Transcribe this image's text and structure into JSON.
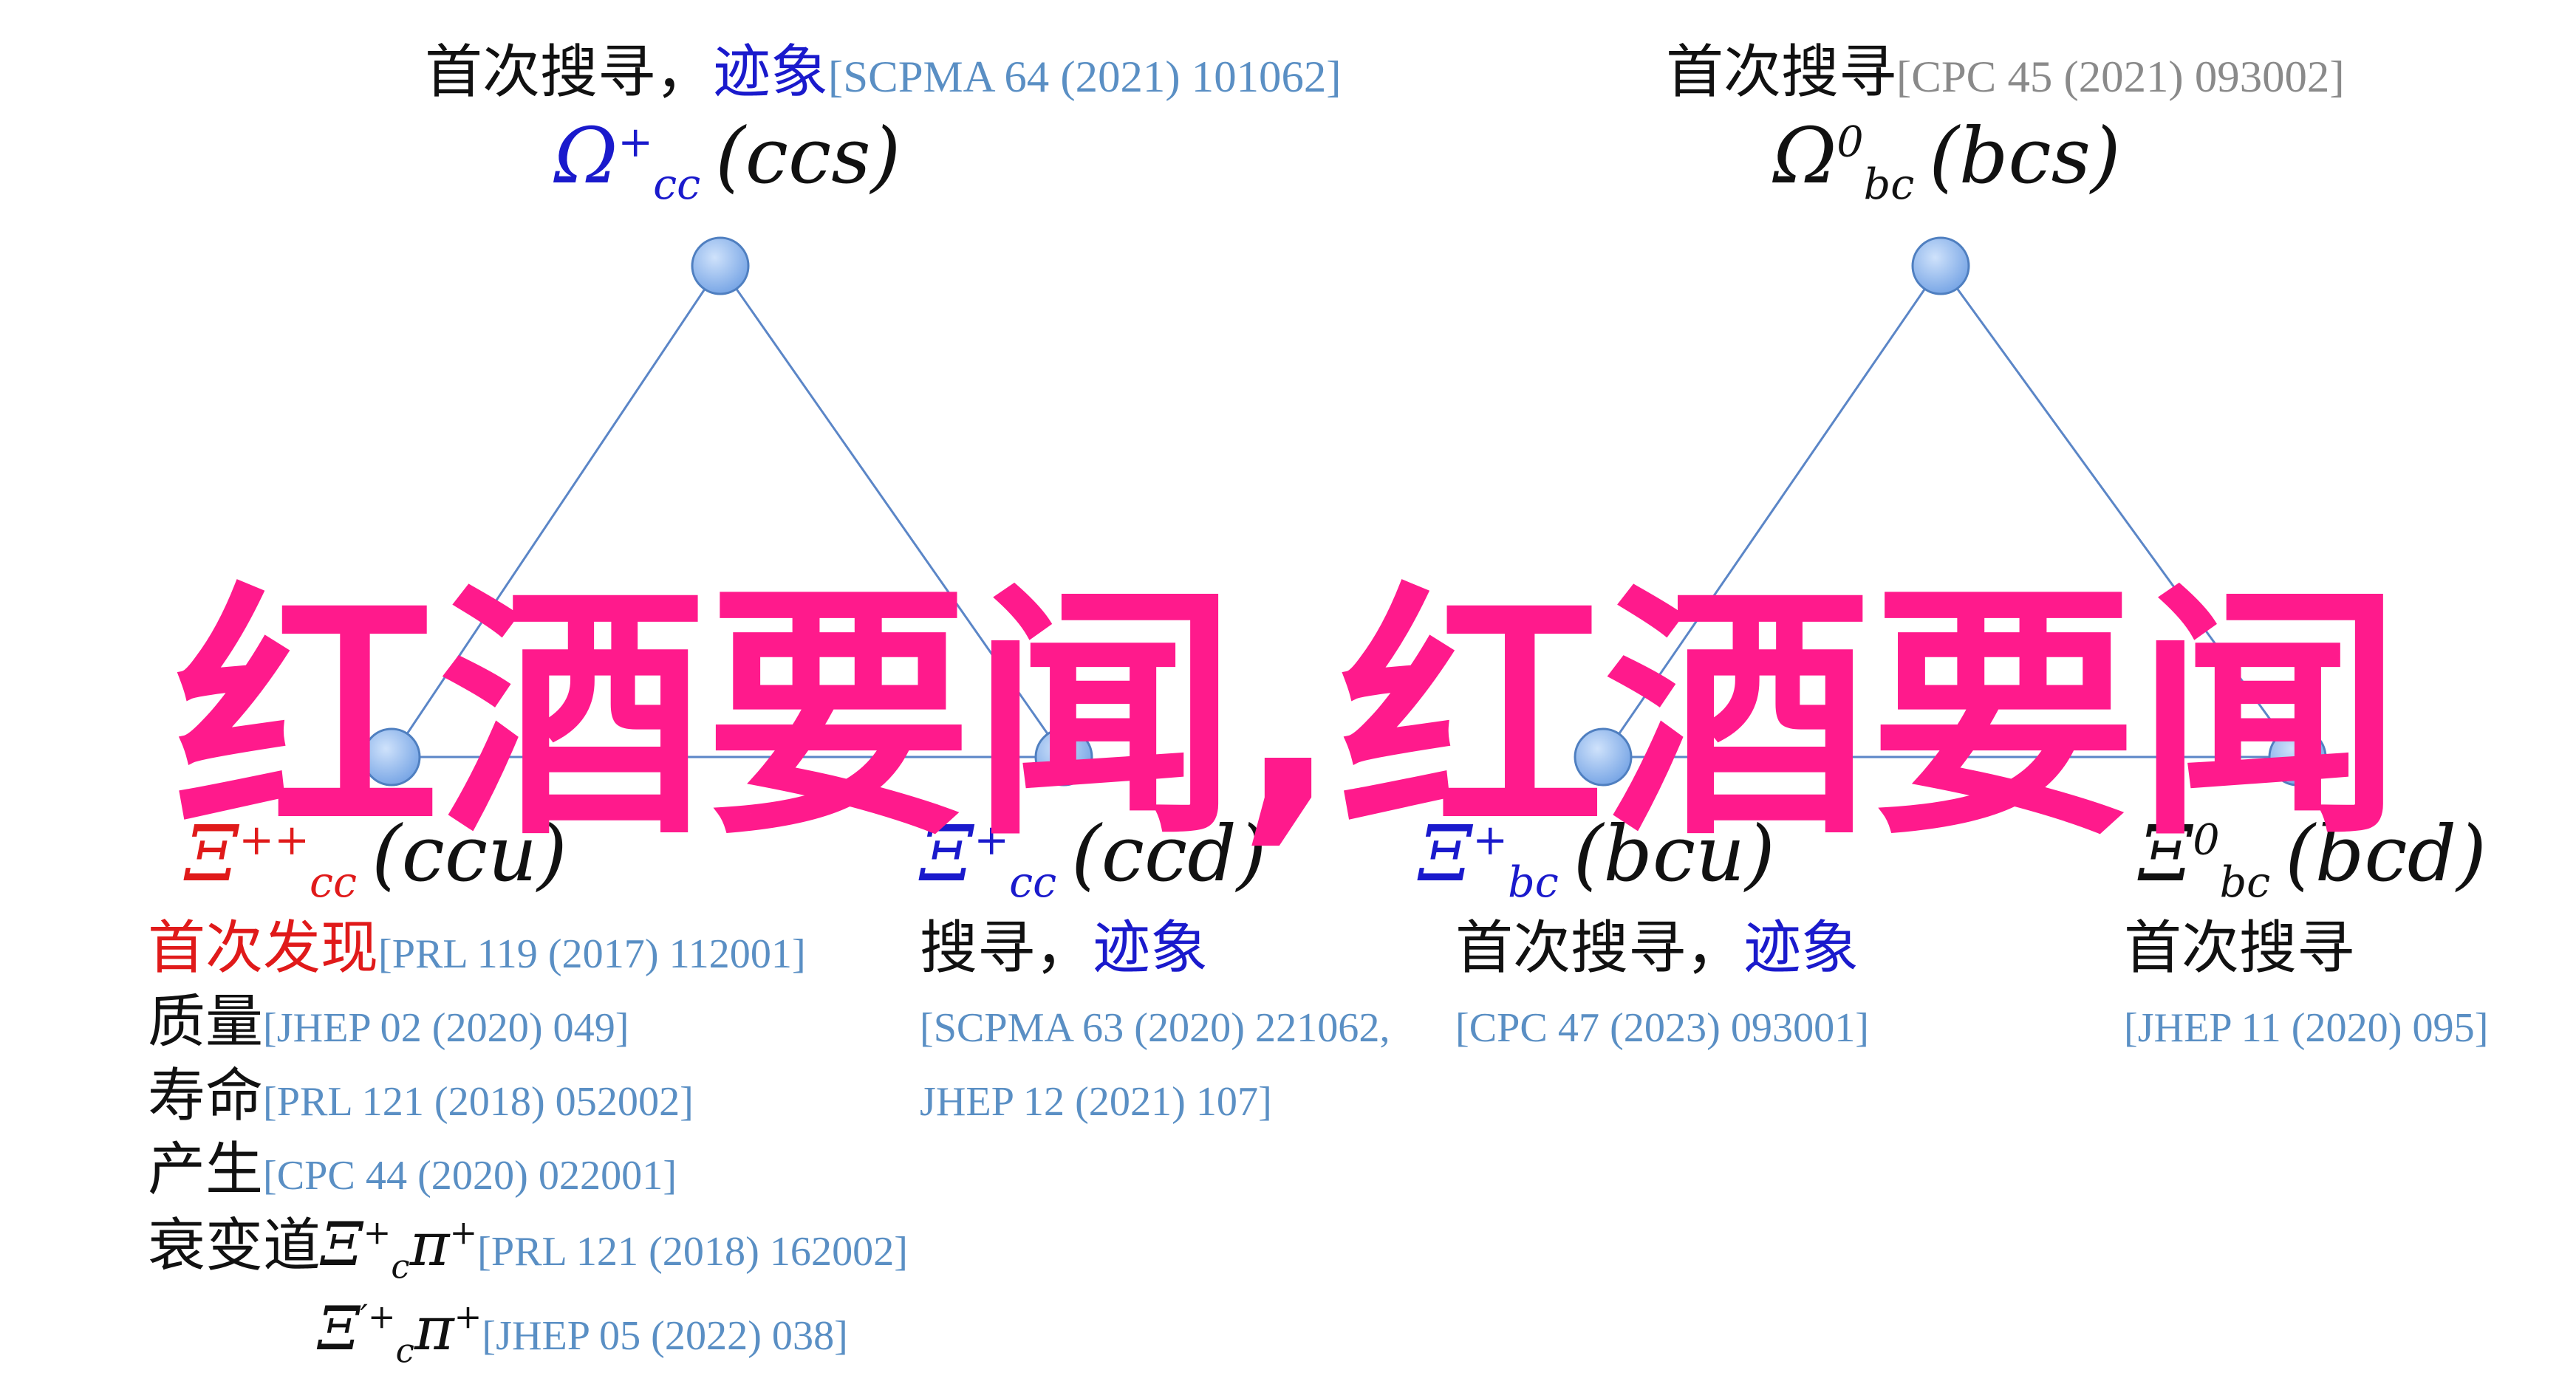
{
  "nodes": [
    {
      "id": "omega_cc",
      "header": [
        {
          "text": "首次搜寻，",
          "tone": "dark"
        },
        {
          "text": "迹象",
          "tone": "blue"
        },
        {
          "text": "[SCPMA 64 (2021) 101062]",
          "tone": "ref"
        }
      ],
      "symbol": "Ω",
      "sub": "cc",
      "sup": "+",
      "quark": "(ccs)",
      "symbol_color": "#1a1acc"
    },
    {
      "id": "omega_bc",
      "header": [
        {
          "text": "首次搜寻",
          "tone": "dark"
        },
        {
          "text": "[CPC 45 (2021) 093002]",
          "tone": "ref-gray"
        }
      ],
      "symbol": "Ω",
      "sub": "bc",
      "sup": "0",
      "quark": "(bcs)",
      "symbol_color": "#111111"
    },
    {
      "id": "xi_cc_pp",
      "symbol": "Ξ",
      "sub": "cc",
      "sup": "++",
      "quark": "(ccu)",
      "symbol_color": "#e01a1a",
      "notes": [
        [
          {
            "text": "首次发现",
            "tone": "red"
          },
          {
            "text": "[PRL 119 (2017) 112001]",
            "tone": "ref"
          }
        ],
        [
          {
            "text": "质量",
            "tone": "dark"
          },
          {
            "text": "[JHEP 02 (2020) 049]",
            "tone": "ref"
          }
        ],
        [
          {
            "text": "寿命",
            "tone": "dark"
          },
          {
            "text": "[PRL 121 (2018) 052002]",
            "tone": "ref"
          }
        ],
        [
          {
            "text": "产生",
            "tone": "dark"
          },
          {
            "text": "[CPC 44 (2020) 022001]",
            "tone": "ref"
          }
        ],
        [
          {
            "text": "衰变道",
            "tone": "dark"
          },
          {
            "text": "Ξ",
            "tone": "math",
            "sub": "c",
            "sup": "+",
            "tail": "π",
            "tail_sup": "+"
          },
          {
            "text": "[PRL 121 (2018) 162002]",
            "tone": "ref"
          }
        ],
        [
          {
            "text": "Ξ",
            "tone": "math",
            "sub": "c",
            "sup": "′+",
            "tail": "π",
            "tail_sup": "+"
          },
          {
            "text": "[JHEP 05 (2022) 038]",
            "tone": "ref"
          }
        ]
      ]
    },
    {
      "id": "xi_cc_p",
      "symbol": "Ξ",
      "sub": "cc",
      "sup": "+",
      "quark": "(ccd)",
      "symbol_color": "#1a1acc",
      "notes": [
        [
          {
            "text": "搜寻，",
            "tone": "dark"
          },
          {
            "text": "迹象",
            "tone": "blue"
          }
        ],
        [
          {
            "text": "[SCPMA 63 (2020) 221062,",
            "tone": "ref"
          }
        ],
        [
          {
            "text": "JHEP 12 (2021) 107]",
            "tone": "ref"
          }
        ]
      ]
    },
    {
      "id": "xi_bc_p",
      "symbol": "Ξ",
      "sub": "bc",
      "sup": "+",
      "quark": "(bcu)",
      "symbol_color": "#1a1acc",
      "notes": [
        [
          {
            "text": "首次搜寻，",
            "tone": "dark"
          },
          {
            "text": "迹象",
            "tone": "blue"
          }
        ],
        [
          {
            "text": "[CPC 47 (2023) 093001]",
            "tone": "ref"
          }
        ]
      ]
    },
    {
      "id": "xi_bc_0",
      "symbol": "Ξ",
      "sub": "bc",
      "sup": "0",
      "quark": "(bcd)",
      "symbol_color": "#111111",
      "notes": [
        [
          {
            "text": "首次搜寻",
            "tone": "dark"
          }
        ],
        [
          {
            "text": "[JHEP 11 (2020) 095]",
            "tone": "ref"
          }
        ]
      ]
    }
  ],
  "watermark": "红酒要闻,红酒要闻",
  "colors": {
    "line": "#5b86c7",
    "node_fill": "#8fb8ef",
    "node_stroke": "#4f7fc0",
    "blue_text": "#1a1acc",
    "red_text": "#e01a1a",
    "ref_text": "#5a8fc4",
    "watermark": "#ff1a8c"
  }
}
